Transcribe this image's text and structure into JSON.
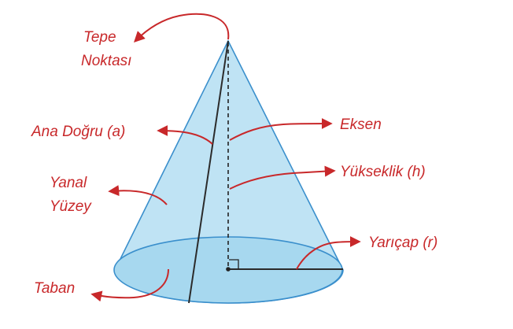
{
  "colors": {
    "label": "#c8282a",
    "arrow": "#c8282a",
    "cone_fill": "#bfe3f4",
    "cone_edge": "#3a8fcc",
    "base_fill": "#a7d8ef",
    "slant_line": "#2b2b2b",
    "height_line": "#222222"
  },
  "labels": {
    "apex_line1": "Tepe",
    "apex_line2": "Noktası",
    "slant": "Ana Doğru (a)",
    "lateral_line1": "Yanal",
    "lateral_line2": "Yüzey",
    "base": "Taban",
    "axis": "Eksen",
    "height": "Yükseklik (h)",
    "radius": "Yarıçap (r)"
  }
}
